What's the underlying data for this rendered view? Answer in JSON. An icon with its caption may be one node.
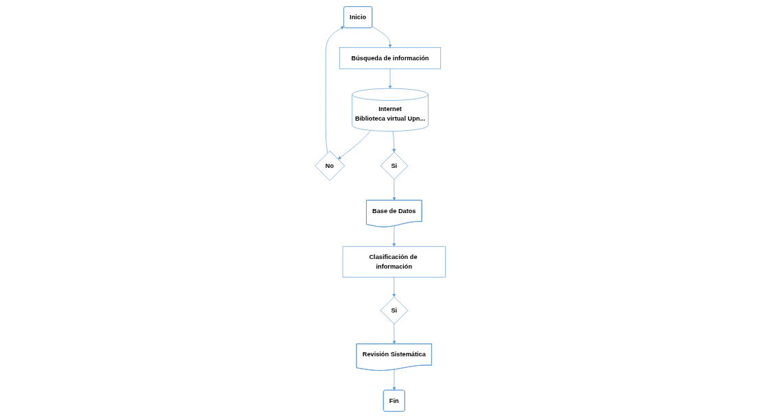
{
  "diagram": {
    "nodes": [
      {
        "text": [
          "Inicio"
        ]
      },
      {
        "text": [
          "No"
        ]
      },
      {
        "text": [
          "Internet",
          "Biblioteca virtual Upn..."
        ]
      },
      {
        "text": [
          "Búsqueda de información"
        ]
      },
      {
        "text": [
          "Si"
        ]
      },
      {
        "text": [
          "Base de Datos"
        ]
      },
      {
        "text": [
          "Clasificación de información"
        ]
      },
      {
        "text": [
          "Si"
        ]
      },
      {
        "text": [
          "Revisión Sistemática"
        ]
      },
      {
        "text": [
          "Fin"
        ]
      }
    ],
    "edges": [
      {
        "from": 2,
        "to": 1,
        "arrow": "to"
      },
      {
        "from": 1,
        "to": 0,
        "arrow": "to"
      },
      {
        "from": 0,
        "to": 3,
        "arrow": "to"
      },
      {
        "from": 3,
        "to": 2,
        "arrow": "to"
      },
      {
        "from": 2,
        "to": 4,
        "arrow": "to"
      },
      {
        "from": 4,
        "to": 5,
        "arrow": "to"
      },
      {
        "from": 5,
        "to": 6,
        "arrow": "to"
      },
      {
        "from": 6,
        "to": 7,
        "arrow": "to"
      },
      {
        "from": 7,
        "to": 8,
        "arrow": "to"
      },
      {
        "from": 8,
        "to": 9,
        "arrow": "to"
      }
    ]
  }
}
